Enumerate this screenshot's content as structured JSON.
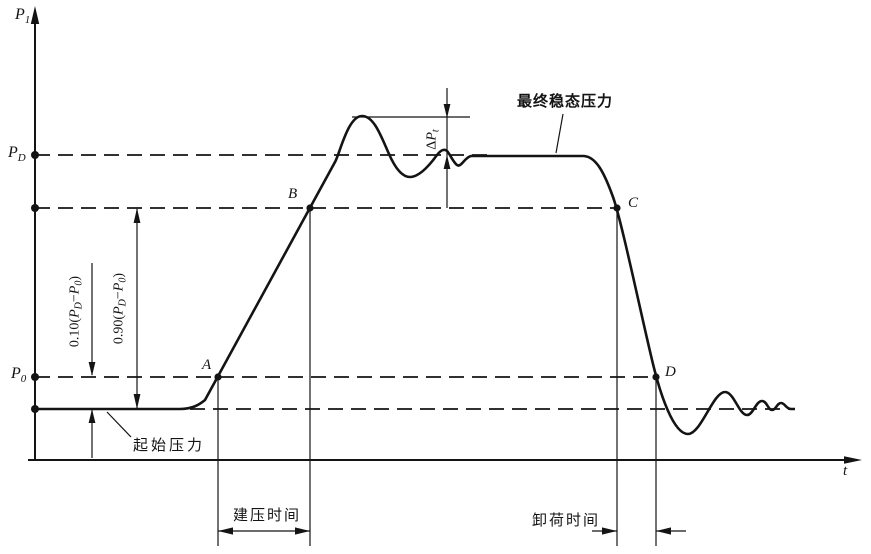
{
  "figure": {
    "background": "#ffffff",
    "ink": "#141414",
    "description_visible_text_only": true
  },
  "axes": {
    "y_label": {
      "main": "P",
      "sub": "1"
    },
    "x_label": "t",
    "y_tick_pd": {
      "main": "P",
      "sub": "D"
    },
    "y_tick_p0": {
      "main": "P",
      "sub": "0"
    }
  },
  "points": {
    "a": "A",
    "b": "B",
    "c": "C",
    "d": "D"
  },
  "annotations": {
    "final_pressure": "最终稳态压力",
    "initial_pressure": "起始压力",
    "build_time": "建压时间",
    "unload_time": "卸荷时间",
    "overshoot": {
      "delta": "Δ",
      "main": "P",
      "sub": "t"
    },
    "dim10": {
      "pre": "0.10(",
      "p1": "P",
      "s1": "D",
      "minus": "−",
      "p2": "P",
      "s2": "0",
      "post": ")"
    },
    "dim90": {
      "pre": "0.90(",
      "p1": "P",
      "s1": "D",
      "minus": "−",
      "p2": "P",
      "s2": "0",
      "post": ")"
    }
  },
  "chart_data": {
    "type": "line",
    "title": "",
    "xlabel": "t",
    "ylabel": "P1",
    "grid": false,
    "legend": "none",
    "reference_levels_relative": {
      "initial_pressure_起始压力": 0.0,
      "P0_line_through_A_and_D": 0.1,
      "line_through_B_and_C": 0.9,
      "PD_final_steady_state_最终稳态压力": 1.0
    },
    "marked_points": [
      {
        "name": "A",
        "on_level": "P0 (10%) line",
        "phase": "start of pressure rise"
      },
      {
        "name": "B",
        "on_level": "90% line",
        "phase": "end of pressure build interval"
      },
      {
        "name": "C",
        "on_level": "90% line",
        "phase": "start of unloading drop"
      },
      {
        "name": "D",
        "on_level": "P0 (10%) line",
        "phase": "end of unloading interval"
      }
    ],
    "intervals": [
      {
        "label": "建压时间",
        "from": "A",
        "to": "B"
      },
      {
        "label": "卸荷时间",
        "from": "C",
        "to": "D"
      }
    ],
    "overshoot": {
      "label": "ΔPt",
      "meaning": "peak overshoot above PD after build-up"
    },
    "curve_phases": [
      "flat at initial pressure (起始压力)",
      "S-rise through A and B with overshoot peak above PD",
      "damped oscillation settling to PD (最终稳态压力)",
      "flat at PD",
      "steep fall through C and D with undershoot below initial level",
      "damped oscillation settling back to initial pressure level"
    ]
  }
}
